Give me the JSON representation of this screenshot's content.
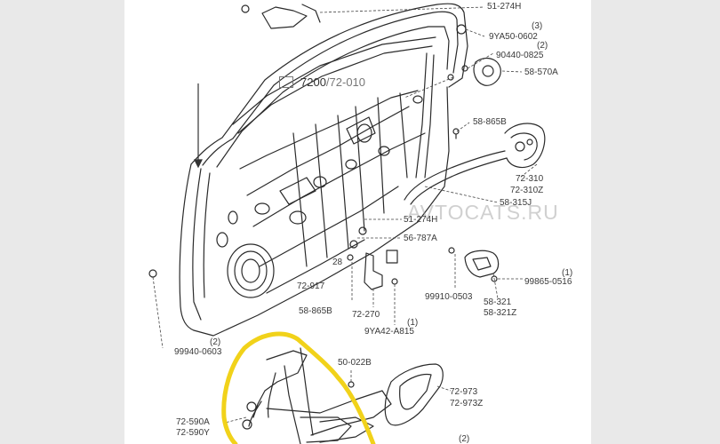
{
  "diagram": {
    "watermark": "AVTOCATS.RU",
    "main_ref": {
      "code": "7200",
      "sub": "/72-010"
    },
    "labels": [
      {
        "id": "51-274H-top",
        "text": "51-274H"
      },
      {
        "id": "9YA50-0602",
        "text": "9YA50-0602",
        "qty": "(3)"
      },
      {
        "id": "90440-0825",
        "text": "90440-0825",
        "qty": "(2)"
      },
      {
        "id": "58-570A",
        "text": "58-570A"
      },
      {
        "id": "58-865B-top",
        "text": "58-865B"
      },
      {
        "id": "72-310",
        "text": "72-310"
      },
      {
        "id": "72-310Z",
        "text": "72-310Z"
      },
      {
        "id": "58-315J",
        "text": "58-315J"
      },
      {
        "id": "51-274H-mid",
        "text": "51-274H"
      },
      {
        "id": "56-787A",
        "text": "56-787A"
      },
      {
        "id": "28",
        "text": "28"
      },
      {
        "id": "99865-0516",
        "text": "99865-0516",
        "qty": "(1)"
      },
      {
        "id": "72-917",
        "text": "72-917"
      },
      {
        "id": "99910-0503",
        "text": "99910-0503"
      },
      {
        "id": "58-321",
        "text": "58-321"
      },
      {
        "id": "58-321Z",
        "text": "58-321Z"
      },
      {
        "id": "58-865B-bot",
        "text": "58-865B"
      },
      {
        "id": "72-270",
        "text": "72-270"
      },
      {
        "id": "9YA42-A815",
        "text": "9YA42-A815",
        "qty": "(1)"
      },
      {
        "id": "99940-0603",
        "text": "99940-0603",
        "qty": "(2)"
      },
      {
        "id": "50-022B",
        "text": "50-022B"
      },
      {
        "id": "72-973",
        "text": "72-973"
      },
      {
        "id": "72-973Z",
        "text": "72-973Z"
      },
      {
        "id": "72-590A",
        "text": "72-590A"
      },
      {
        "id": "72-590Y",
        "text": "72-590Y"
      },
      {
        "id": "bottom-qty",
        "text": "",
        "qty": "(2)"
      }
    ],
    "colors": {
      "line": "#2b2b2b",
      "highlight": "#f1d21a",
      "panel": "#ffffff",
      "background": "#e9e9e9"
    }
  }
}
